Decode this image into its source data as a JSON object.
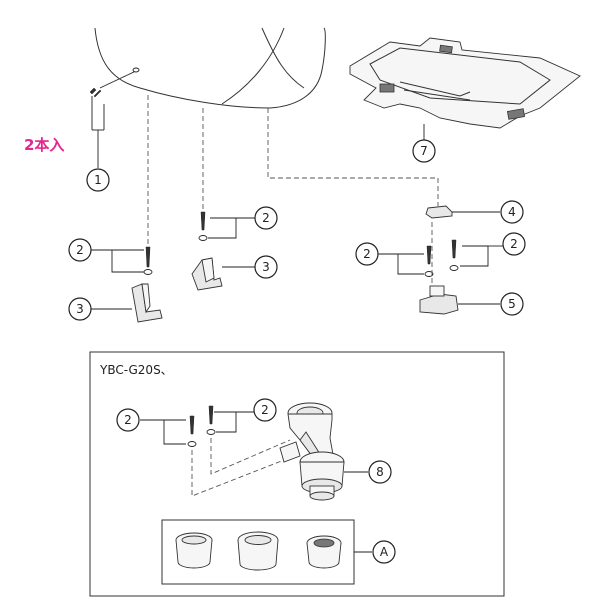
{
  "labels": {
    "count_note": "2本入",
    "model_box_title": "YBC-G20S、"
  },
  "callouts": [
    "1",
    "2",
    "3",
    "2",
    "3",
    "4",
    "2",
    "2",
    "5",
    "7",
    "2",
    "2",
    "8",
    "A"
  ],
  "colors": {
    "accent": "#e5268d",
    "line": "#222222"
  }
}
